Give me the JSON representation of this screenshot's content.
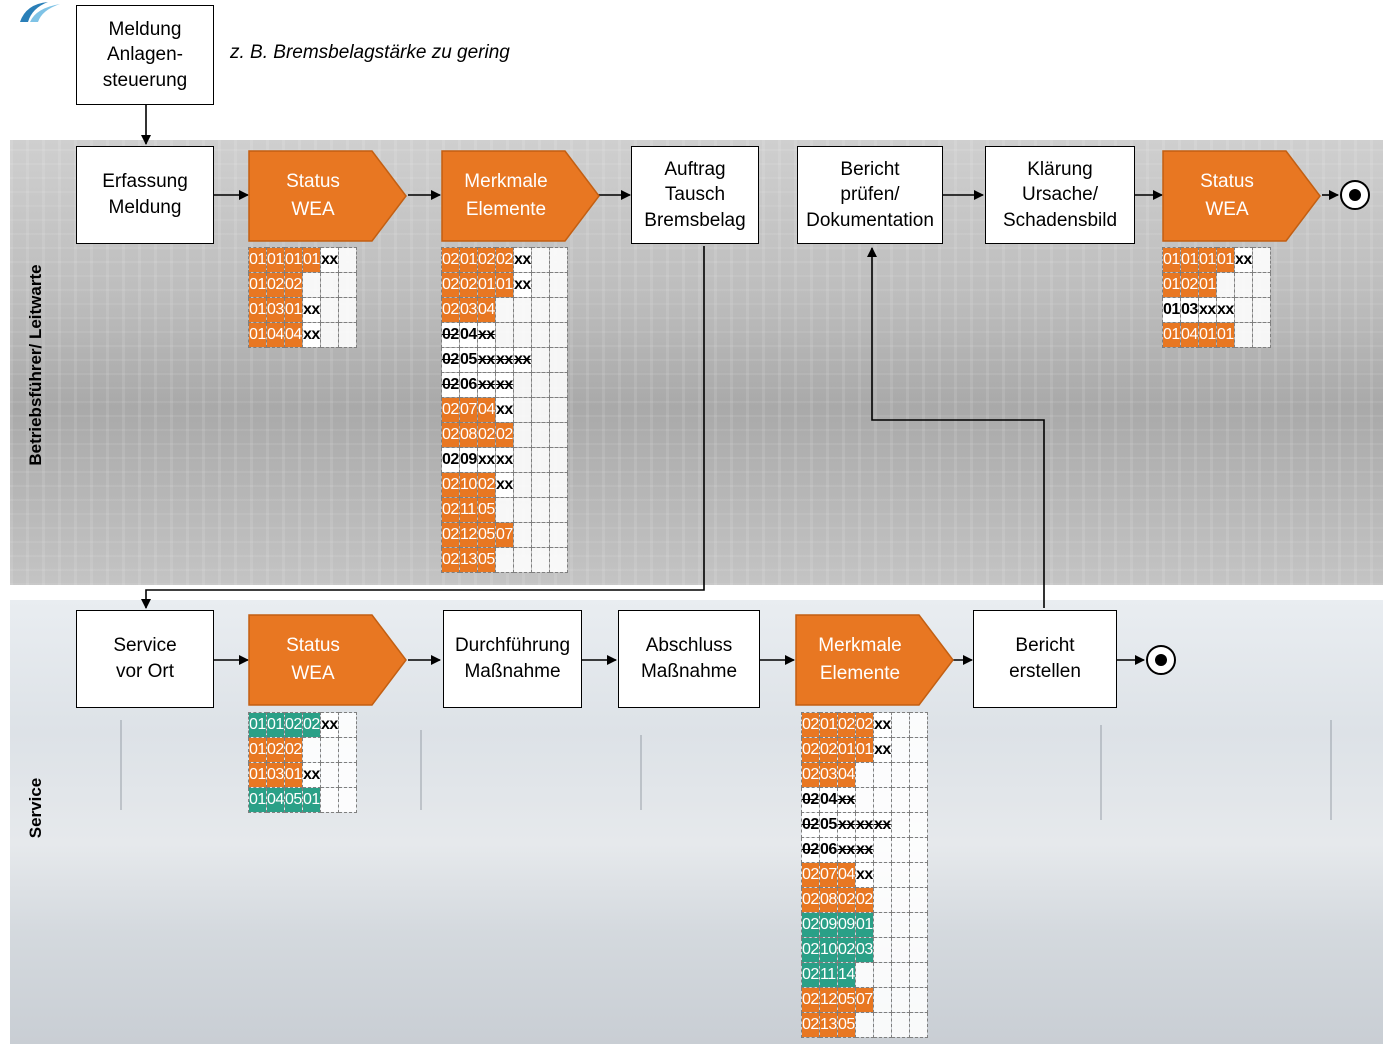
{
  "lanes": {
    "top": "Betriebsführer/ Leitwarte",
    "bottom": "Service"
  },
  "note": "z. B. Bremsbelagstärke zu gering",
  "boxes": {
    "meldung": "Meldung\nAnlagen-\nsteuerung",
    "erfassung": "Erfassung\nMeldung",
    "auftrag": "Auftrag\nTausch\nBremsbelag",
    "bericht_pruefen": "Bericht\nprüfen/\nDokumentation",
    "klaerung": "Klärung\nUrsache/\nSchadensbild",
    "service": "Service\nvor Ort",
    "durchfuehrung": "Durchführung\nMaßnahme",
    "abschluss": "Abschluss\nMaßnahme",
    "bericht_erstellen": "Bericht\nerstellen"
  },
  "tags": {
    "status1": "Status\nWEA",
    "merkmale1": "Merkmale\nElemente",
    "status2": "Status\nWEA",
    "status3": "Status\nWEA",
    "merkmale2": "Merkmale\nElemente"
  },
  "colors": {
    "orange": "#e87722",
    "green": "#2aa087"
  },
  "tables": {
    "status1": [
      [
        [
          "o",
          "01"
        ],
        [
          "o",
          "01"
        ],
        [
          "o",
          "01"
        ],
        [
          "o",
          "01"
        ],
        [
          "b",
          "xx"
        ],
        [
          "e",
          ""
        ]
      ],
      [
        [
          "o",
          "01"
        ],
        [
          "o",
          "02"
        ],
        [
          "o",
          "02"
        ],
        [
          "e",
          ""
        ],
        [
          "e",
          ""
        ],
        [
          "e",
          ""
        ]
      ],
      [
        [
          "o",
          "01"
        ],
        [
          "o",
          "03"
        ],
        [
          "o",
          "01"
        ],
        [
          "b",
          "xx"
        ],
        [
          "e",
          ""
        ],
        [
          "e",
          ""
        ]
      ],
      [
        [
          "o",
          "01"
        ],
        [
          "o",
          "04"
        ],
        [
          "o",
          "04"
        ],
        [
          "b",
          "xx"
        ],
        [
          "e",
          ""
        ],
        [
          "e",
          ""
        ]
      ]
    ],
    "merkmale1": [
      [
        [
          "o",
          "02"
        ],
        [
          "o",
          "01"
        ],
        [
          "o",
          "02"
        ],
        [
          "o",
          "02"
        ],
        [
          "b",
          "xx"
        ],
        [
          "e",
          ""
        ],
        [
          "e",
          ""
        ]
      ],
      [
        [
          "o",
          "02"
        ],
        [
          "o",
          "02"
        ],
        [
          "o",
          "01"
        ],
        [
          "o",
          "01"
        ],
        [
          "b",
          "xx"
        ],
        [
          "e",
          ""
        ],
        [
          "e",
          ""
        ]
      ],
      [
        [
          "o",
          "02"
        ],
        [
          "o",
          "03"
        ],
        [
          "o",
          "04"
        ],
        [
          "e",
          ""
        ],
        [
          "e",
          ""
        ],
        [
          "e",
          ""
        ],
        [
          "e",
          ""
        ]
      ],
      [
        [
          "s",
          "02"
        ],
        [
          "b",
          "04"
        ],
        [
          "s",
          "xx"
        ],
        [
          "e",
          ""
        ],
        [
          "e",
          ""
        ],
        [
          "e",
          ""
        ],
        [
          "e",
          ""
        ]
      ],
      [
        [
          "s",
          "02"
        ],
        [
          "b",
          "05"
        ],
        [
          "s",
          "xx"
        ],
        [
          "s",
          "xx"
        ],
        [
          "s",
          "xx"
        ],
        [
          "e",
          ""
        ],
        [
          "e",
          ""
        ]
      ],
      [
        [
          "s",
          "02"
        ],
        [
          "b",
          "06"
        ],
        [
          "s",
          "xx"
        ],
        [
          "s",
          "xx"
        ],
        [
          "e",
          ""
        ],
        [
          "e",
          ""
        ],
        [
          "e",
          ""
        ]
      ],
      [
        [
          "o",
          "02"
        ],
        [
          "o",
          "07"
        ],
        [
          "o",
          "04"
        ],
        [
          "b",
          "xx"
        ],
        [
          "e",
          ""
        ],
        [
          "e",
          ""
        ],
        [
          "e",
          ""
        ]
      ],
      [
        [
          "o",
          "02"
        ],
        [
          "o",
          "08"
        ],
        [
          "o",
          "02"
        ],
        [
          "o",
          "02"
        ],
        [
          "e",
          ""
        ],
        [
          "e",
          ""
        ],
        [
          "e",
          ""
        ]
      ],
      [
        [
          "b",
          "02"
        ],
        [
          "b",
          "09"
        ],
        [
          "b",
          "xx"
        ],
        [
          "b",
          "xx"
        ],
        [
          "e",
          ""
        ],
        [
          "e",
          ""
        ],
        [
          "e",
          ""
        ]
      ],
      [
        [
          "o",
          "02"
        ],
        [
          "o",
          "10"
        ],
        [
          "o",
          "02"
        ],
        [
          "b",
          "xx"
        ],
        [
          "e",
          ""
        ],
        [
          "e",
          ""
        ],
        [
          "e",
          ""
        ]
      ],
      [
        [
          "o",
          "02"
        ],
        [
          "o",
          "11"
        ],
        [
          "o",
          "05"
        ],
        [
          "e",
          ""
        ],
        [
          "e",
          ""
        ],
        [
          "e",
          ""
        ],
        [
          "e",
          ""
        ]
      ],
      [
        [
          "o",
          "02"
        ],
        [
          "o",
          "12"
        ],
        [
          "o",
          "05"
        ],
        [
          "o",
          "07"
        ],
        [
          "e",
          ""
        ],
        [
          "e",
          ""
        ],
        [
          "e",
          ""
        ]
      ],
      [
        [
          "o",
          "02"
        ],
        [
          "o",
          "13"
        ],
        [
          "o",
          "05"
        ],
        [
          "e",
          ""
        ],
        [
          "e",
          ""
        ],
        [
          "e",
          ""
        ],
        [
          "e",
          ""
        ]
      ]
    ],
    "status2": [
      [
        [
          "o",
          "01"
        ],
        [
          "o",
          "01"
        ],
        [
          "o",
          "01"
        ],
        [
          "o",
          "01"
        ],
        [
          "b",
          "xx"
        ],
        [
          "e",
          ""
        ]
      ],
      [
        [
          "o",
          "01"
        ],
        [
          "o",
          "02"
        ],
        [
          "o",
          "01"
        ],
        [
          "e",
          ""
        ],
        [
          "e",
          ""
        ],
        [
          "e",
          ""
        ]
      ],
      [
        [
          "b",
          "01"
        ],
        [
          "b",
          "03"
        ],
        [
          "b",
          "xx"
        ],
        [
          "b",
          "xx"
        ],
        [
          "e",
          ""
        ],
        [
          "e",
          ""
        ]
      ],
      [
        [
          "o",
          "01"
        ],
        [
          "o",
          "04"
        ],
        [
          "o",
          "01"
        ],
        [
          "o",
          "01"
        ],
        [
          "e",
          ""
        ],
        [
          "e",
          ""
        ]
      ]
    ],
    "status3": [
      [
        [
          "g",
          "01"
        ],
        [
          "g",
          "01"
        ],
        [
          "g",
          "02"
        ],
        [
          "g",
          "02"
        ],
        [
          "b",
          "xx"
        ],
        [
          "e",
          ""
        ]
      ],
      [
        [
          "o",
          "01"
        ],
        [
          "o",
          "02"
        ],
        [
          "o",
          "02"
        ],
        [
          "e",
          ""
        ],
        [
          "e",
          ""
        ],
        [
          "e",
          ""
        ]
      ],
      [
        [
          "o",
          "01"
        ],
        [
          "o",
          "03"
        ],
        [
          "o",
          "01"
        ],
        [
          "b",
          "xx"
        ],
        [
          "e",
          ""
        ],
        [
          "e",
          ""
        ]
      ],
      [
        [
          "g",
          "01"
        ],
        [
          "g",
          "04"
        ],
        [
          "g",
          "05"
        ],
        [
          "g",
          "01"
        ],
        [
          "e",
          ""
        ],
        [
          "e",
          ""
        ]
      ]
    ],
    "merkmale2": [
      [
        [
          "o",
          "02"
        ],
        [
          "o",
          "01"
        ],
        [
          "o",
          "02"
        ],
        [
          "o",
          "02"
        ],
        [
          "b",
          "xx"
        ],
        [
          "e",
          ""
        ],
        [
          "e",
          ""
        ]
      ],
      [
        [
          "o",
          "02"
        ],
        [
          "o",
          "02"
        ],
        [
          "o",
          "01"
        ],
        [
          "o",
          "01"
        ],
        [
          "b",
          "xx"
        ],
        [
          "e",
          ""
        ],
        [
          "e",
          ""
        ]
      ],
      [
        [
          "o",
          "02"
        ],
        [
          "o",
          "03"
        ],
        [
          "o",
          "04"
        ],
        [
          "e",
          ""
        ],
        [
          "e",
          ""
        ],
        [
          "e",
          ""
        ],
        [
          "e",
          ""
        ]
      ],
      [
        [
          "s",
          "02"
        ],
        [
          "b",
          "04"
        ],
        [
          "s",
          "xx"
        ],
        [
          "e",
          ""
        ],
        [
          "e",
          ""
        ],
        [
          "e",
          ""
        ],
        [
          "e",
          ""
        ]
      ],
      [
        [
          "s",
          "02"
        ],
        [
          "b",
          "05"
        ],
        [
          "s",
          "xx"
        ],
        [
          "s",
          "xx"
        ],
        [
          "s",
          "xx"
        ],
        [
          "e",
          ""
        ],
        [
          "e",
          ""
        ]
      ],
      [
        [
          "s",
          "02"
        ],
        [
          "b",
          "06"
        ],
        [
          "s",
          "xx"
        ],
        [
          "s",
          "xx"
        ],
        [
          "e",
          ""
        ],
        [
          "e",
          ""
        ],
        [
          "e",
          ""
        ]
      ],
      [
        [
          "o",
          "02"
        ],
        [
          "o",
          "07"
        ],
        [
          "o",
          "04"
        ],
        [
          "b",
          "xx"
        ],
        [
          "e",
          ""
        ],
        [
          "e",
          ""
        ],
        [
          "e",
          ""
        ]
      ],
      [
        [
          "o",
          "02"
        ],
        [
          "o",
          "08"
        ],
        [
          "o",
          "02"
        ],
        [
          "o",
          "02"
        ],
        [
          "e",
          ""
        ],
        [
          "e",
          ""
        ],
        [
          "e",
          ""
        ]
      ],
      [
        [
          "g",
          "02"
        ],
        [
          "g",
          "09"
        ],
        [
          "g",
          "09"
        ],
        [
          "g",
          "01"
        ],
        [
          "e",
          ""
        ],
        [
          "e",
          ""
        ],
        [
          "e",
          ""
        ]
      ],
      [
        [
          "g",
          "02"
        ],
        [
          "g",
          "10"
        ],
        [
          "g",
          "02"
        ],
        [
          "g",
          "03"
        ],
        [
          "e",
          ""
        ],
        [
          "e",
          ""
        ],
        [
          "e",
          ""
        ]
      ],
      [
        [
          "g",
          "02"
        ],
        [
          "g",
          "11"
        ],
        [
          "g",
          "14"
        ],
        [
          "e",
          ""
        ],
        [
          "e",
          ""
        ],
        [
          "e",
          ""
        ],
        [
          "e",
          ""
        ]
      ],
      [
        [
          "o",
          "02"
        ],
        [
          "o",
          "12"
        ],
        [
          "o",
          "05"
        ],
        [
          "o",
          "07"
        ],
        [
          "e",
          ""
        ],
        [
          "e",
          ""
        ],
        [
          "e",
          ""
        ]
      ],
      [
        [
          "o",
          "02"
        ],
        [
          "o",
          "13"
        ],
        [
          "o",
          "05"
        ],
        [
          "e",
          ""
        ],
        [
          "e",
          ""
        ],
        [
          "e",
          ""
        ],
        [
          "e",
          ""
        ]
      ]
    ]
  }
}
